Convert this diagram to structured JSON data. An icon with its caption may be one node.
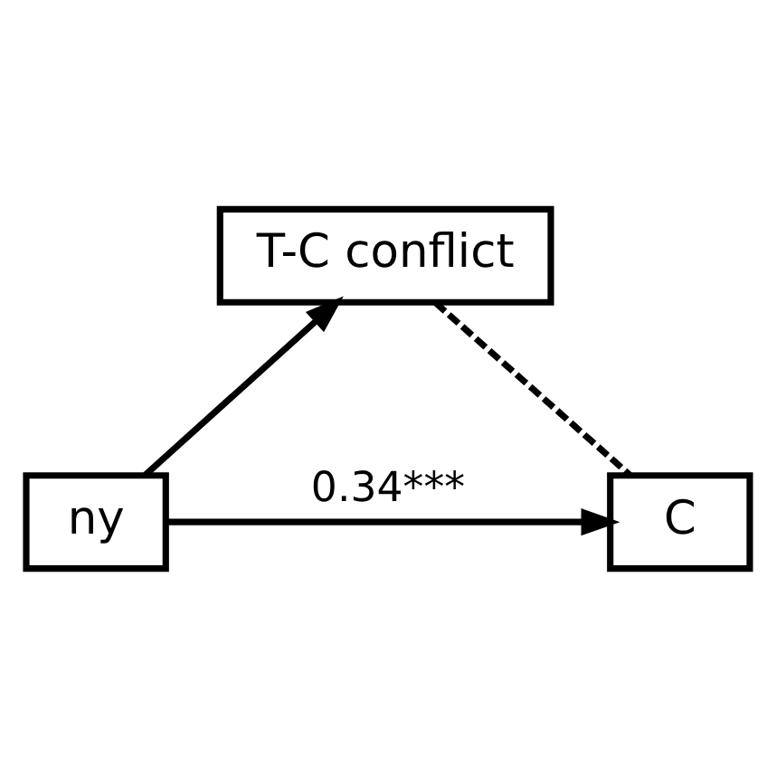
{
  "diagram": {
    "nodes": [
      {
        "text": [
          "T-C conflict"
        ]
      },
      {
        "text": [
          "ny"
        ]
      },
      {
        "text": [
          "C"
        ]
      }
    ],
    "edges": [
      {
        "from": 1,
        "to": 0,
        "arrow": "to"
      },
      {
        "from": 0,
        "to": 2,
        "arrow": "none",
        "style": "dashed"
      },
      {
        "from": 1,
        "to": 2,
        "arrow": "to",
        "label": "0.34***"
      }
    ]
  }
}
